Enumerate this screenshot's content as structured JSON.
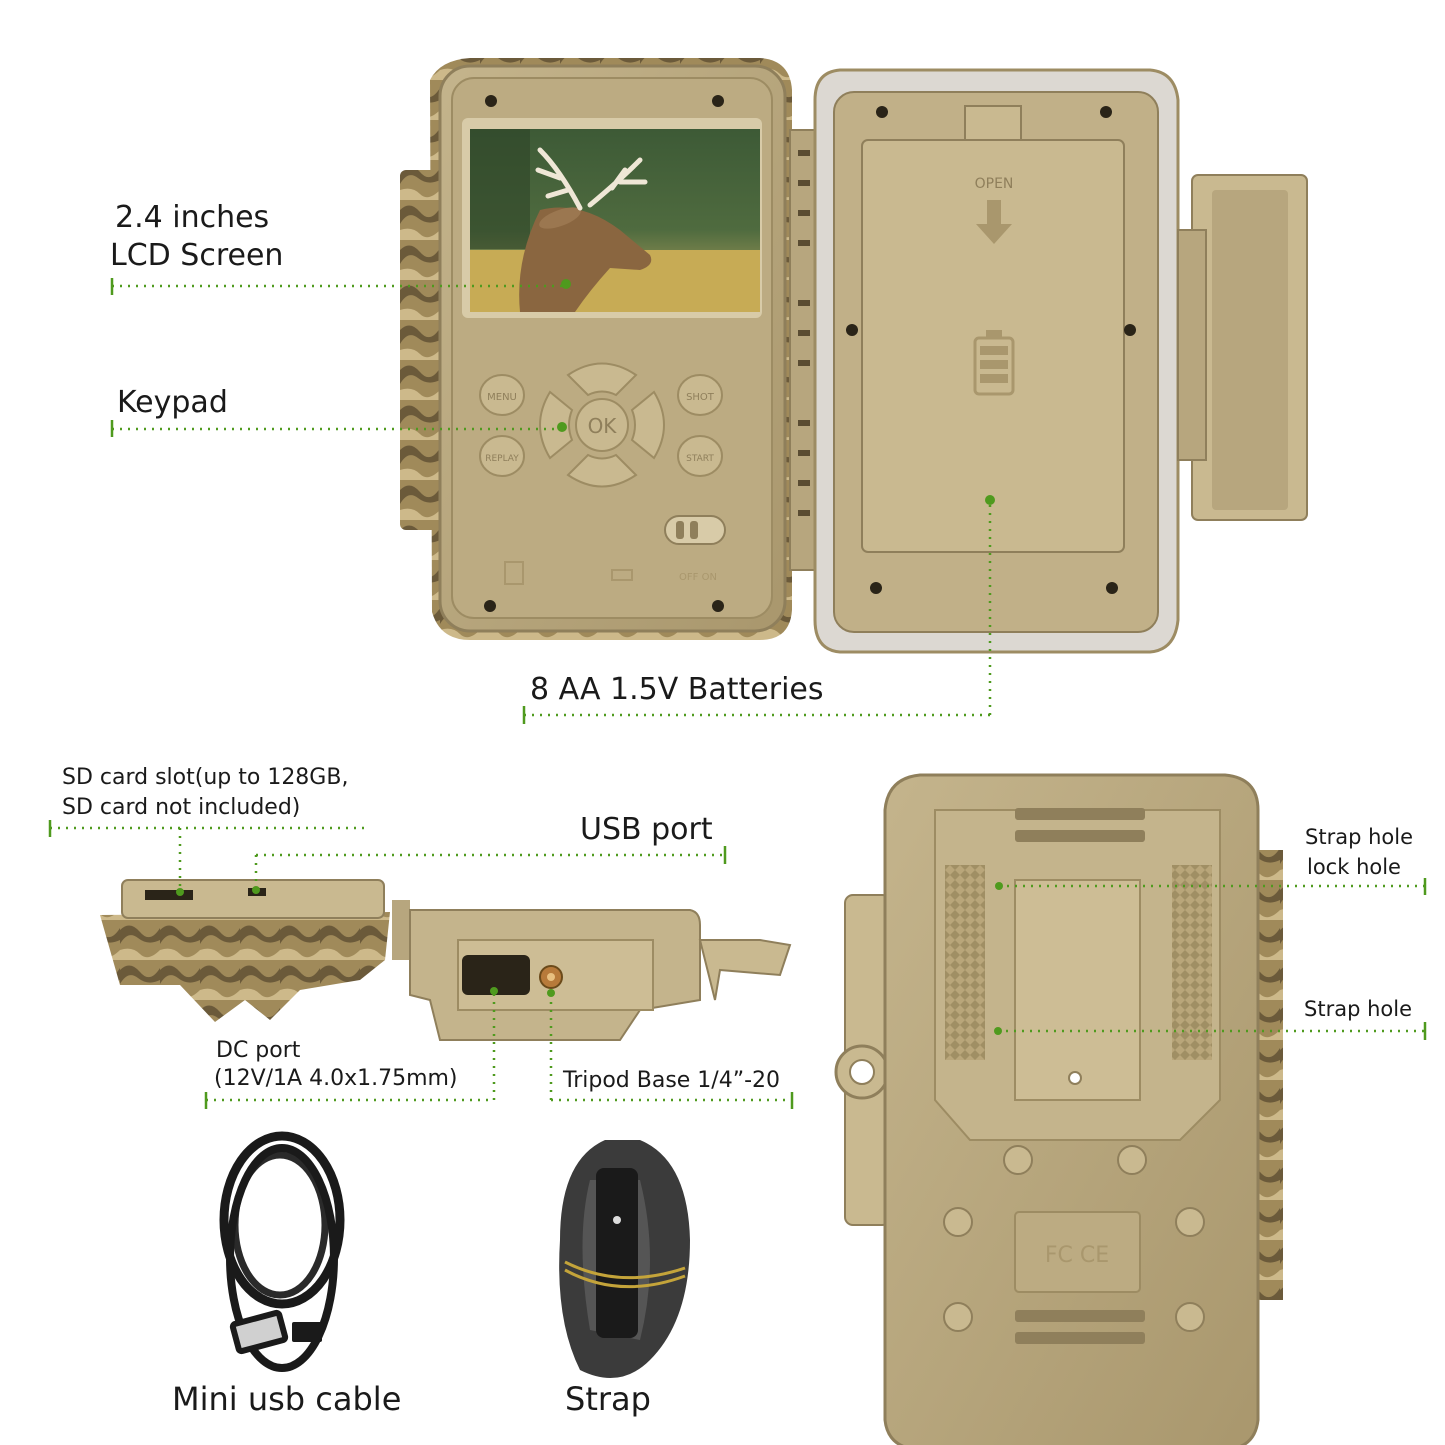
{
  "colors": {
    "leader": "#4f9a1e",
    "tan": "#b7a67e",
    "tan_dark": "#8f7f5b",
    "camo_dark": "#6b5a3a",
    "gasket": "#dcd8d2"
  },
  "labels": {
    "lcd_screen": [
      "2.4 inches",
      "LCD Screen"
    ],
    "keypad": "Keypad",
    "batteries": "8 AA 1.5V Batteries",
    "sd_slot": [
      "SD card slot(up to 128GB,",
      "SD card not included)"
    ],
    "usb_port": "USB port",
    "dc_port": [
      "DC port",
      "(12V/1A 4.0x1.75mm)"
    ],
    "tripod": "Tripod Base 1/4”-20",
    "strap_lock_hole": [
      "Strap hole",
      "lock hole"
    ],
    "strap_hole": "Strap hole",
    "cable": "Mini usb cable",
    "strap": "Strap"
  },
  "device_marks": {
    "keypad_buttons": [
      "MENU",
      "SHOT",
      "OK",
      "REPLAY",
      "START"
    ],
    "battery_door": "OPEN",
    "switch_label": "OFF  ON",
    "cert_marks": "FC CE"
  },
  "icons": [
    "arrow-down-icon",
    "battery-icon",
    "sd-card-icon",
    "usb-icon"
  ]
}
